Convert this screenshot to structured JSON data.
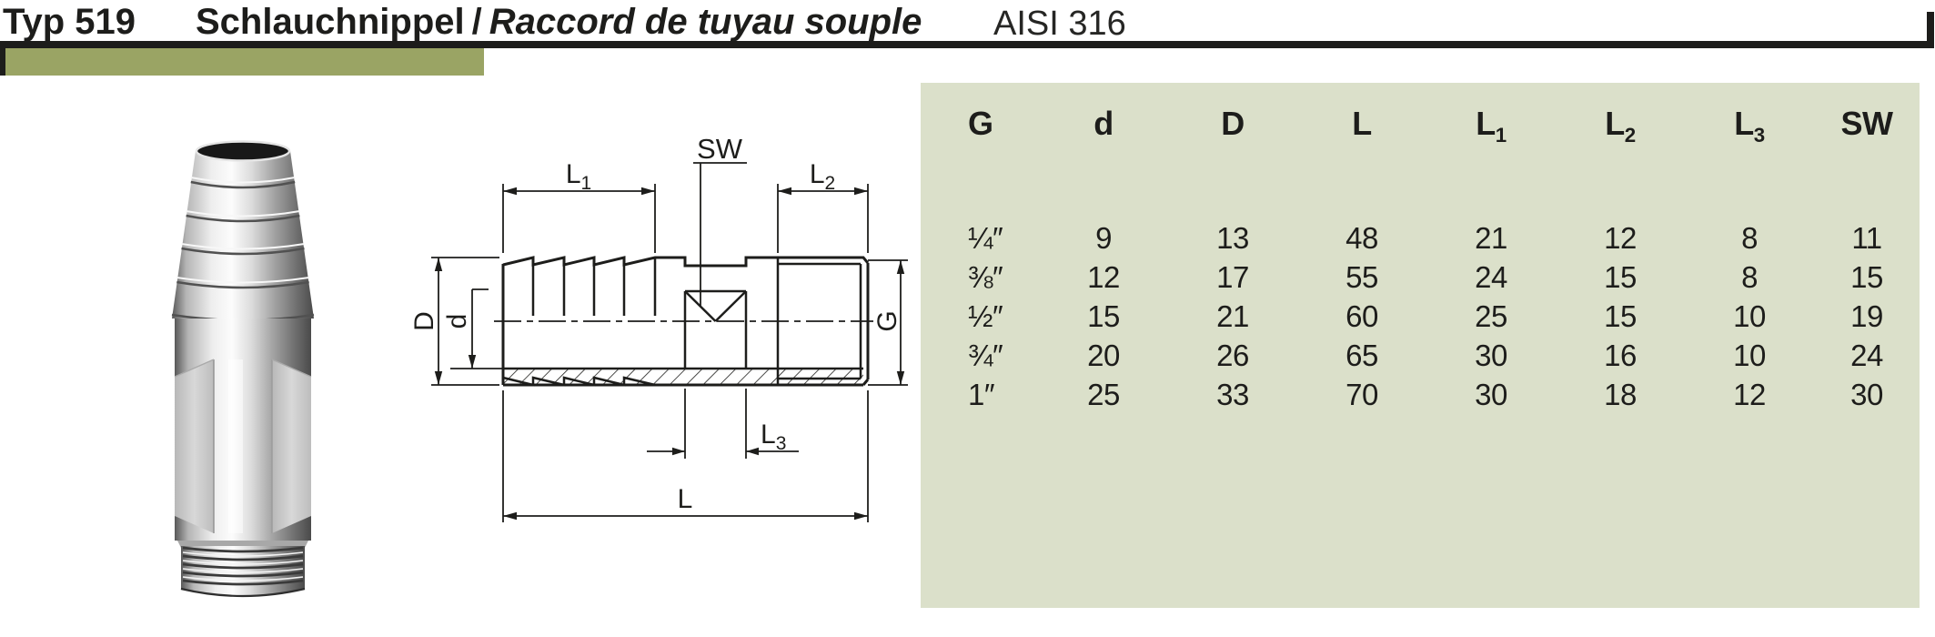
{
  "header": {
    "type_label": "Typ 519",
    "title_de": "Schlauchnippel",
    "title_separator": "/",
    "title_fr": "Raccord de tuyau souple",
    "material": "AISI 316"
  },
  "colors": {
    "accent_olive": "#9aa464",
    "table_background": "#dbe0ca",
    "line_black": "#1d1d1b"
  },
  "drawing": {
    "labels": {
      "sw": "SW",
      "l1": {
        "base": "L",
        "sub": "1"
      },
      "l2": {
        "base": "L",
        "sub": "2"
      },
      "l3": {
        "base": "L",
        "sub": "3"
      },
      "l": "L",
      "d_outer": "D",
      "d_inner": "d",
      "g": "G"
    }
  },
  "table": {
    "columns": [
      {
        "base": "G",
        "sub": ""
      },
      {
        "base": "d",
        "sub": ""
      },
      {
        "base": "D",
        "sub": ""
      },
      {
        "base": "L",
        "sub": ""
      },
      {
        "base": "L",
        "sub": "1"
      },
      {
        "base": "L",
        "sub": "2"
      },
      {
        "base": "L",
        "sub": "3"
      },
      {
        "base": "SW",
        "sub": ""
      }
    ],
    "rows": [
      {
        "cells": [
          "¼″",
          "9",
          "13",
          "48",
          "21",
          "12",
          "8",
          "11"
        ]
      },
      {
        "cells": [
          "⅜″",
          "12",
          "17",
          "55",
          "24",
          "15",
          "8",
          "15"
        ]
      },
      {
        "cells": [
          "½″",
          "15",
          "21",
          "60",
          "25",
          "15",
          "10",
          "19"
        ]
      },
      {
        "cells": [
          "¾″",
          "20",
          "26",
          "65",
          "30",
          "16",
          "10",
          "24"
        ]
      },
      {
        "cells": [
          "1″",
          "25",
          "33",
          "70",
          "30",
          "18",
          "12",
          "30"
        ]
      }
    ]
  }
}
